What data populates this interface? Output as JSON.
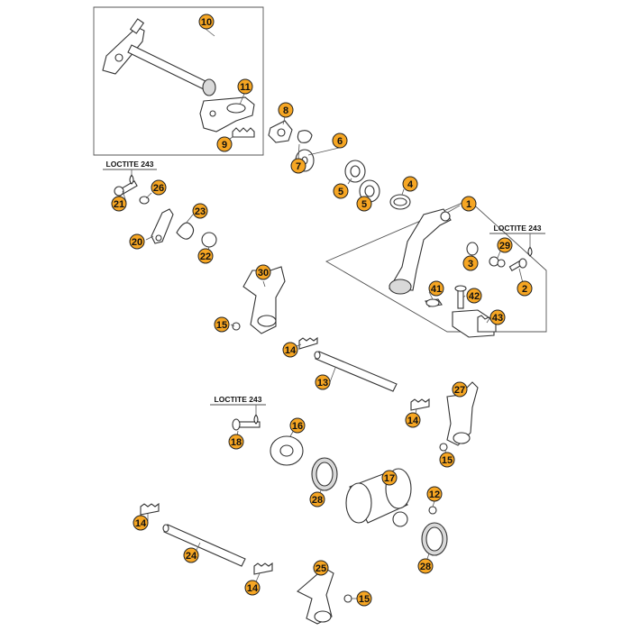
{
  "callouts": [
    {
      "id": "c10",
      "label": "10"
    },
    {
      "id": "c11",
      "label": "11"
    },
    {
      "id": "c8",
      "label": "8"
    },
    {
      "id": "c9",
      "label": "9"
    },
    {
      "id": "c6",
      "label": "6"
    },
    {
      "id": "c7",
      "label": "7"
    },
    {
      "id": "c5a",
      "label": "5"
    },
    {
      "id": "c5b",
      "label": "5"
    },
    {
      "id": "c4",
      "label": "4"
    },
    {
      "id": "c1",
      "label": "1"
    },
    {
      "id": "c26",
      "label": "26"
    },
    {
      "id": "c21",
      "label": "21"
    },
    {
      "id": "c23",
      "label": "23"
    },
    {
      "id": "c20",
      "label": "20"
    },
    {
      "id": "c22",
      "label": "22"
    },
    {
      "id": "c29",
      "label": "29"
    },
    {
      "id": "c3",
      "label": "3"
    },
    {
      "id": "c2",
      "label": "2"
    },
    {
      "id": "c30",
      "label": "30"
    },
    {
      "id": "c41",
      "label": "41"
    },
    {
      "id": "c42",
      "label": "42"
    },
    {
      "id": "c43",
      "label": "43"
    },
    {
      "id": "c15a",
      "label": "15"
    },
    {
      "id": "c14a",
      "label": "14"
    },
    {
      "id": "c13",
      "label": "13"
    },
    {
      "id": "c27",
      "label": "27"
    },
    {
      "id": "c14b",
      "label": "14"
    },
    {
      "id": "c16",
      "label": "16"
    },
    {
      "id": "c18",
      "label": "18"
    },
    {
      "id": "c15b",
      "label": "15"
    },
    {
      "id": "c17",
      "label": "17"
    },
    {
      "id": "c28a",
      "label": "28"
    },
    {
      "id": "c12",
      "label": "12"
    },
    {
      "id": "c14c",
      "label": "14"
    },
    {
      "id": "c24",
      "label": "24"
    },
    {
      "id": "c28b",
      "label": "28"
    },
    {
      "id": "c25",
      "label": "25"
    },
    {
      "id": "c14d",
      "label": "14"
    },
    {
      "id": "c15c",
      "label": "15"
    }
  ],
  "loctite_labels": [
    {
      "id": "l1",
      "text": "LOCTITE 243"
    },
    {
      "id": "l2",
      "text": "LOCTITE 243"
    },
    {
      "id": "l3",
      "text": "LOCTITE 243"
    }
  ],
  "colors": {
    "callout_fill": "#f6a623",
    "line": "#333333"
  }
}
